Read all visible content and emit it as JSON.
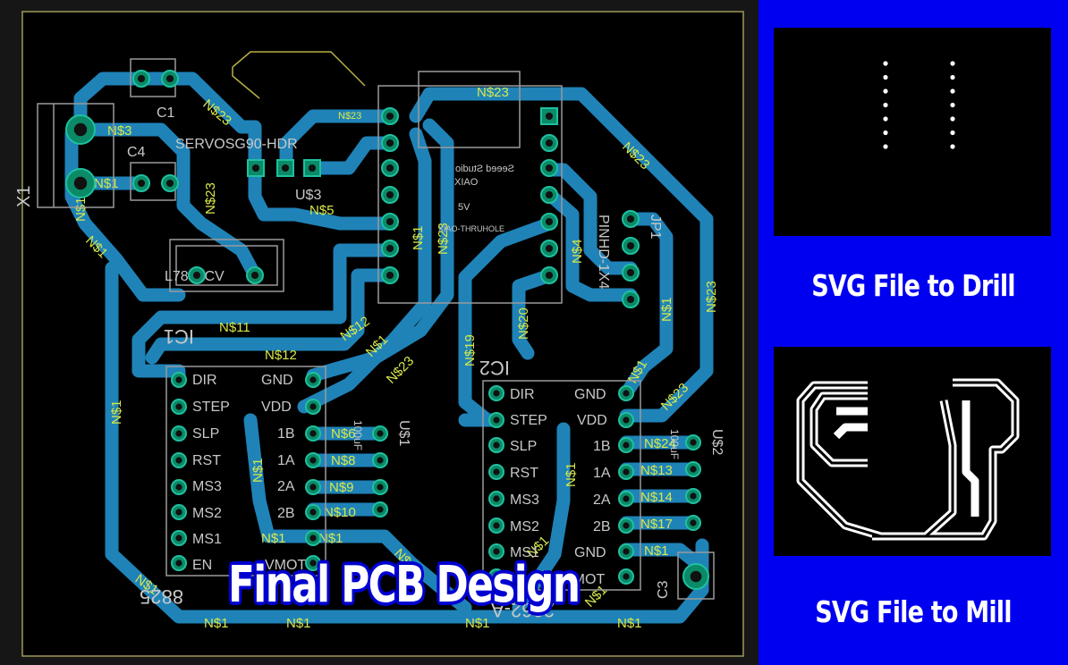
{
  "overlay": {
    "title": "Final PCB Design"
  },
  "captions": {
    "drill": "SVG File to Drill",
    "mill": "SVG File to Mill"
  },
  "pcb": {
    "components": {
      "x1": "X1",
      "c1": "C1",
      "c4": "C4",
      "servo": "SERVOSG90-HDR",
      "u3": "U$3",
      "reg": "L7805CV",
      "xiao_brand": "Seeed Studio",
      "xiao_model": "XIAO",
      "xiao_footprint": "XIAO-THRUHOLE",
      "xiao_vcc": "5V",
      "jp1": "JP1",
      "pinhd": "PINHD-1X4",
      "ic1": "IC1",
      "ic2": "IC2",
      "u1": "U$1",
      "u2": "U$2",
      "c3": "C3",
      "drv1": "8825",
      "drv2": "2962-A",
      "cap100": "100uF"
    },
    "nets": {
      "n1": "N$1",
      "n3": "N$3",
      "n4": "N$4",
      "n5": "N$5",
      "n6": "N$6",
      "n8": "N$8",
      "n9": "N$9",
      "n10": "N$10",
      "n11": "N$11",
      "n12": "N$12",
      "n13": "N$13",
      "n14": "N$14",
      "n17": "N$17",
      "n19": "N$19",
      "n20": "N$20",
      "n23": "N$23",
      "n24": "N$24"
    },
    "pins": {
      "dir": "DIR",
      "step": "STEP",
      "slp": "SLP",
      "rst": "RST",
      "ms3": "MS3",
      "ms2": "MS2",
      "ms1": "MS1",
      "en": "EN",
      "gnd": "GND",
      "vdd": "VDD",
      "p1b": "1B",
      "p1a": "1A",
      "p2a": "2A",
      "p2b": "2B",
      "vmot": "VMOT"
    }
  }
}
